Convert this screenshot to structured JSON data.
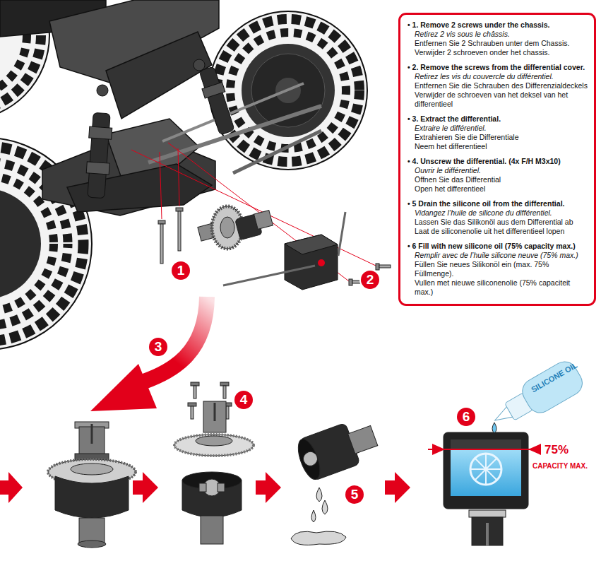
{
  "diagram": {
    "nodes": [
      {
        "text": [
          "• 1. Remove 2 screws under the chassis.",
          "Retirez 2 vis sous le châssis.",
          "Entfernen Sie 2 Schrauben unter dem Chassis.",
          "Verwijder 2 schroeven onder het chassis.",
          "• 2. Remove the screws from the differential cover.",
          "Retirez les vis du couvercle du différentiel.",
          "Entfernen Sie die Schrauben des Differenzialdeckels",
          "Verwijder de schroeven van het deksel van het differentieel",
          "• 3. Extract the differential.",
          "Extraire le différentiel.",
          "Extrahieren Sie die Differentiale",
          "Neem het differentieel",
          "• 4. Unscrew the differential. (4x F/H M3x10)",
          "Ouvrir le différentiel.",
          "Öffnen Sie das Differential",
          "Open het differentieel",
          "• 5 Drain the silicone oil from the differential.",
          "Vidangez l’huile de silicone du différentiel.",
          "Lassen Sie das Silikonöl aus dem Differential ab",
          "Laat de siliconenolie uit het differentieel lopen",
          "• 6 Fill with new silicone oil (75% capacity max.)",
          "Remplir avec de l’huile silicone neuve (75% max.)",
          "Füllen Sie neues Silikonöl ein (max. 75% Füllmenge).",
          "Vullen met nieuwe siliconenolie (75% capaciteit max.)"
        ]
      }
    ],
    "labels": [
      "1",
      "2",
      "3",
      "4",
      "5",
      "6",
      "SILICONE OIL",
      "75%",
      "CAPACITY MAX."
    ]
  }
}
